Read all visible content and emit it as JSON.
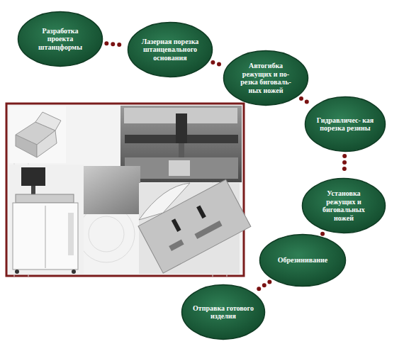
{
  "diagram": {
    "nodes": [
      {
        "text": [
          "Разработка проекта штанцформы"
        ]
      },
      {
        "text": [
          "Лазерная порезка штанцевального основания"
        ]
      },
      {
        "text": [
          "Автогибка режущих и по- резка биговаль- ных ножей"
        ]
      },
      {
        "text": [
          "Гидравличес- кая порезка резины"
        ]
      },
      {
        "text": [
          "Установка режущих и биговальных ножей"
        ]
      },
      {
        "text": [
          "Обрезинивание"
        ]
      },
      {
        "text": [
          "Отправка готового изделия"
        ]
      }
    ],
    "edges": [
      {
        "from": 0,
        "to": 1,
        "arrow": "none"
      },
      {
        "from": 1,
        "to": 2,
        "arrow": "none"
      },
      {
        "from": 2,
        "to": 3,
        "arrow": "none"
      },
      {
        "from": 3,
        "to": 4,
        "arrow": "none"
      },
      {
        "from": 4,
        "to": 5,
        "arrow": "none"
      },
      {
        "from": 5,
        "to": 6,
        "arrow": "none"
      }
    ]
  }
}
